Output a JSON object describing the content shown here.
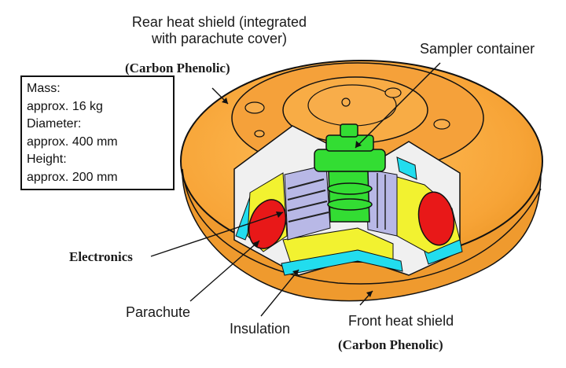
{
  "labels": {
    "rear_heat_shield": [
      "Rear heat shield (integrated",
      "with parachute cover)"
    ],
    "rear_material": "(Carbon Phenolic)",
    "sampler_container": "Sampler container",
    "electronics": "Electronics",
    "parachute": "Parachute",
    "insulation": "Insulation",
    "front_heat_shield": "Front heat shield",
    "front_material": "(Carbon Phenolic)"
  },
  "specs": {
    "mass_label": "Mass:",
    "mass_value": "approx. 16 kg",
    "diameter_label": "Diameter:",
    "diameter_value": "approx. 400 mm",
    "height_label": "Height:",
    "height_value": "approx. 200 mm"
  },
  "colors": {
    "heat_shield": "#f7a437",
    "heat_shield_dark": "#e28a1f",
    "sampler": "#33dd33",
    "parachute": "#e81818",
    "insulation": "#f2f230",
    "cyan_layer": "#22ddee",
    "electronics": "#b8b8e6"
  }
}
